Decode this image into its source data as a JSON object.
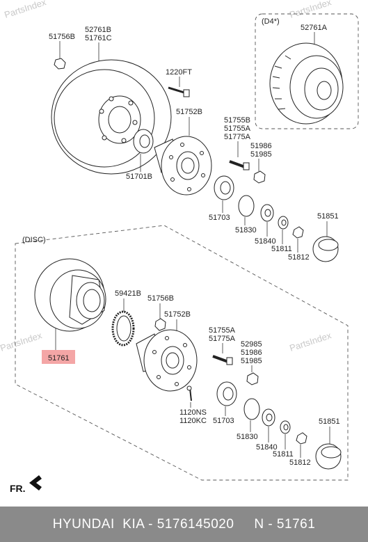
{
  "watermark": "PartsIndex",
  "inset": {
    "title": "(D4*)"
  },
  "disc": {
    "title": "(DISC)"
  },
  "direction": "FR.",
  "highlight_color": "#f4a6a6",
  "upper": {
    "drum": [
      "51756B",
      "52761B",
      "51761C"
    ],
    "bolt": "1220FT",
    "hub": "51752B",
    "bearing_inner": "51701B",
    "studs": [
      "51755B",
      "51755A",
      "51775A"
    ],
    "nuts": [
      "51986",
      "51985"
    ],
    "bearing_outer": "51703",
    "seal": "51830",
    "washer": "51840",
    "nut": "51811",
    "cotter": "51812",
    "cap": "51851",
    "inset_drum": "52761A"
  },
  "lower": {
    "disc": "51761",
    "sensor_ring": "59421B",
    "nut_small": "51756B",
    "hub": "51752B",
    "studs": [
      "51755A",
      "51775A"
    ],
    "nuts": [
      "52985",
      "51986",
      "51985"
    ],
    "screws": [
      "1120NS",
      "1120KC"
    ],
    "bearing": "51703",
    "seal": "51830",
    "washer": "51840",
    "nut": "51811",
    "cotter": "51812",
    "cap": "51851"
  },
  "footer": "HYUNDAI  KIA - 5176145020     N - 51761"
}
